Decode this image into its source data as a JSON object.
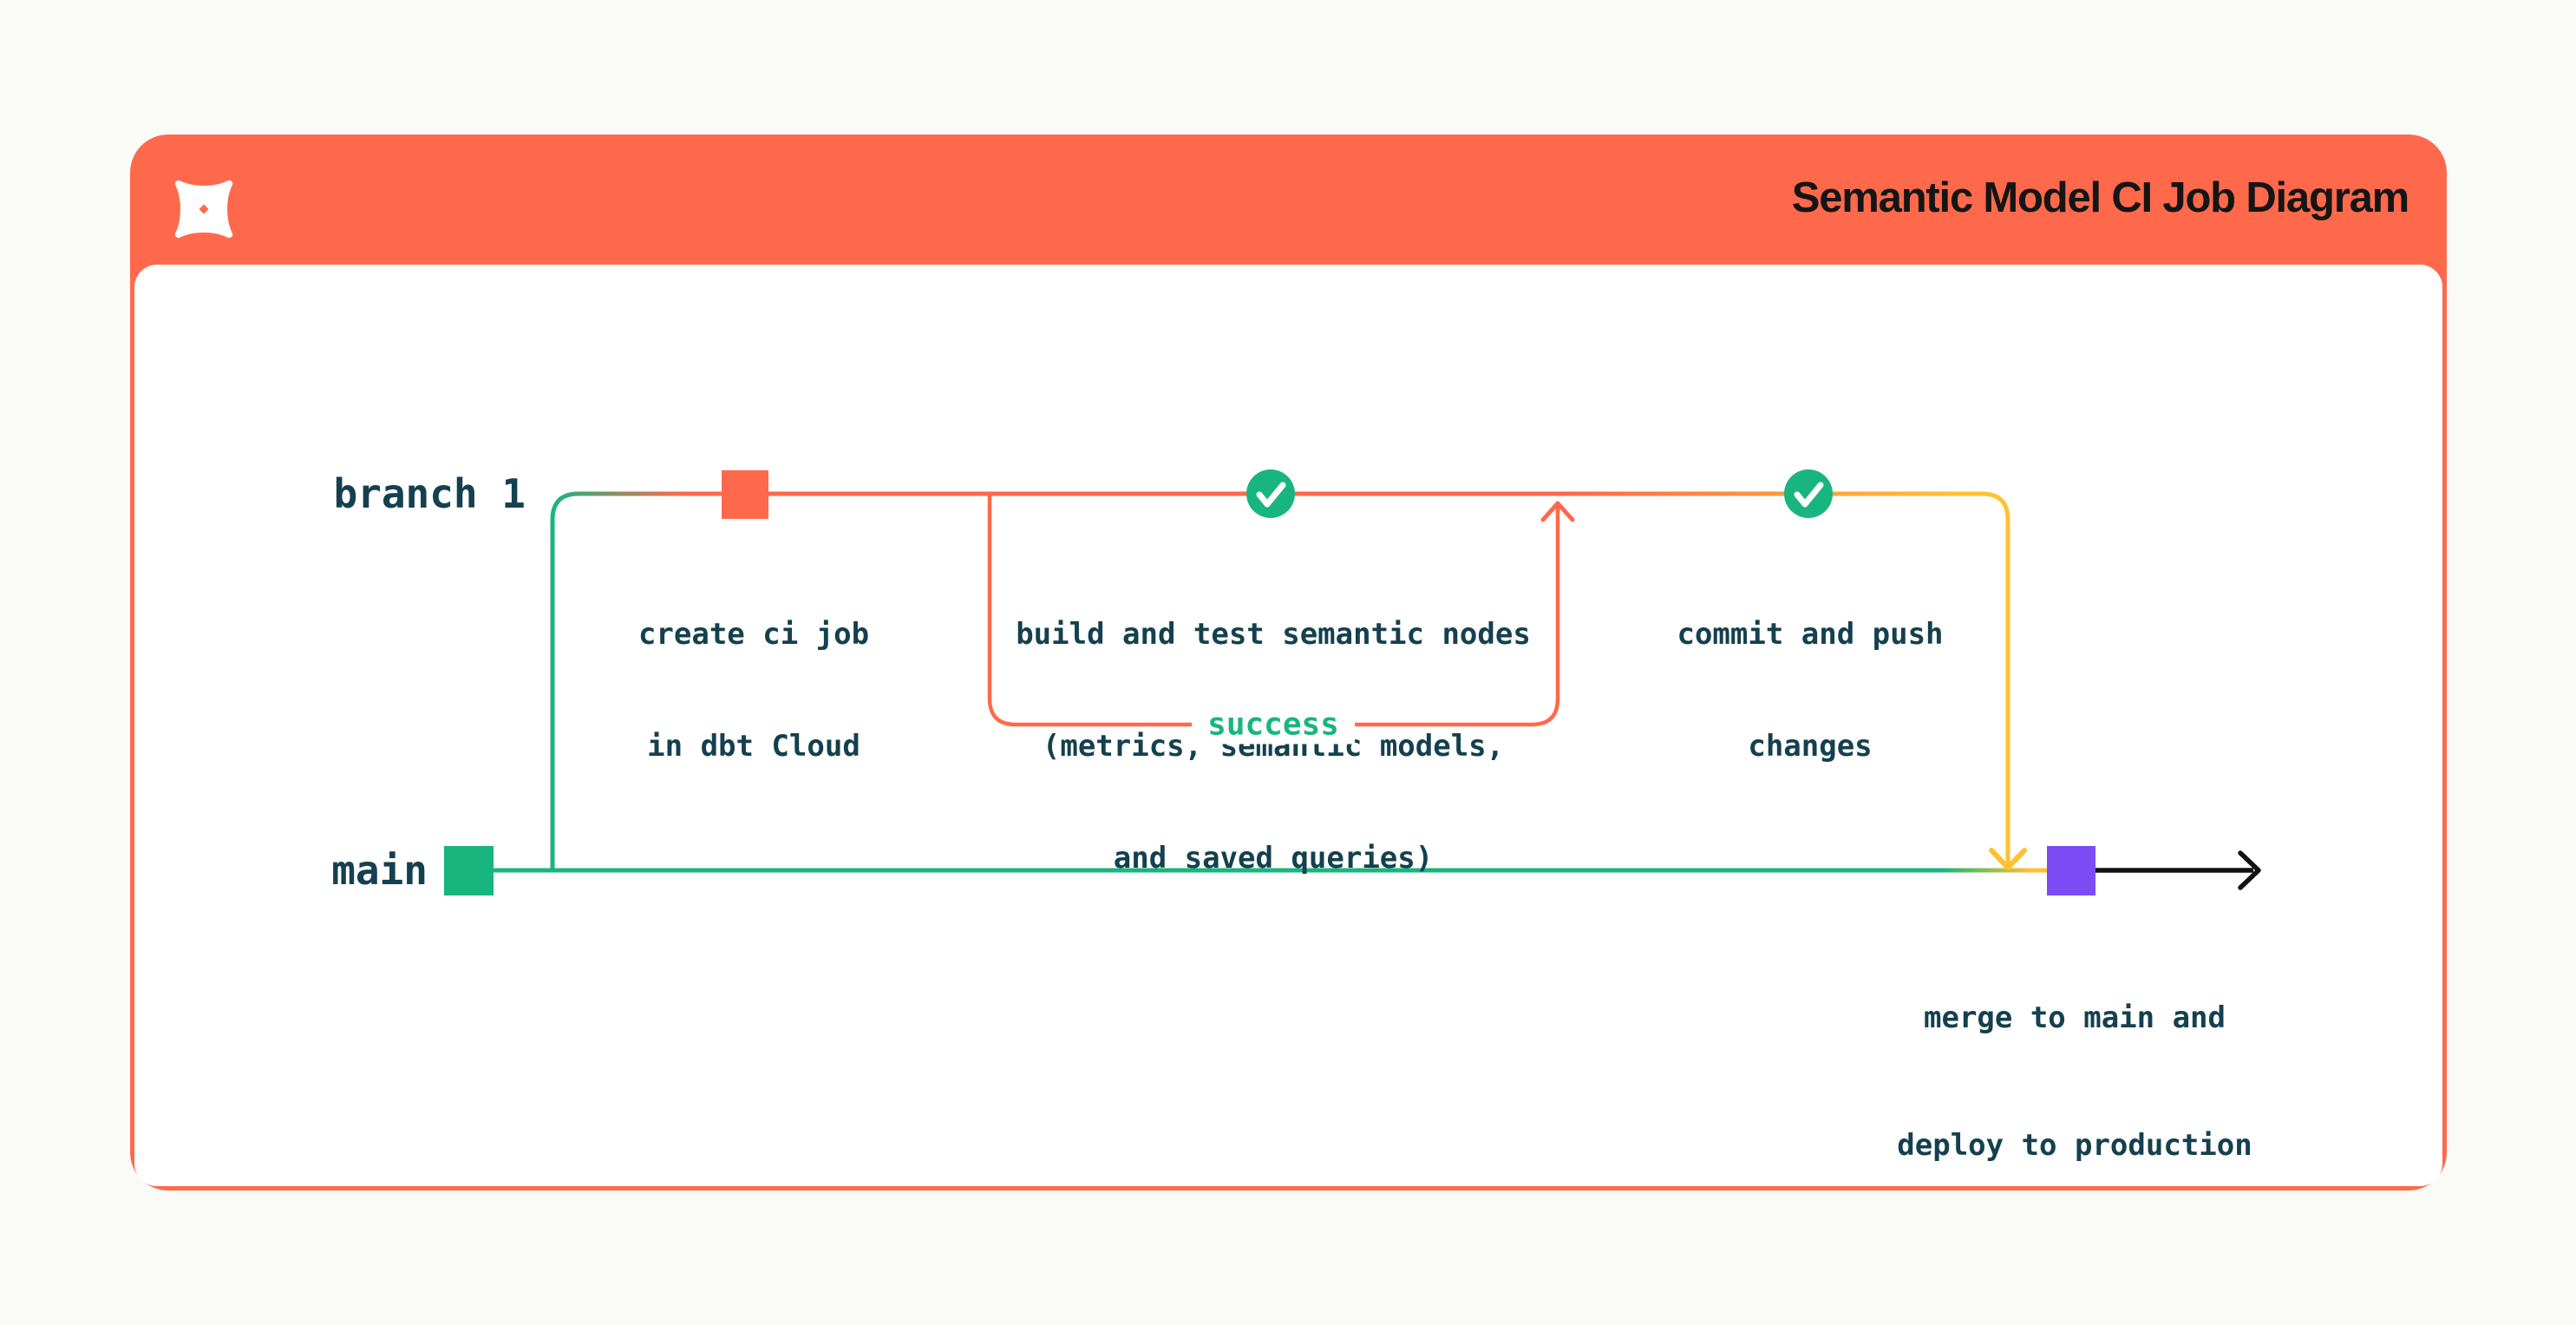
{
  "header": {
    "title": "Semantic Model CI Job Diagram",
    "logo": "dbt-logo",
    "background_color": "#FF694B",
    "title_color": "#151515"
  },
  "labels": {
    "branch1": "branch 1",
    "main": "main",
    "create_line1": "create ci job",
    "create_line2": "in dbt Cloud",
    "build_line1": "build and test semantic nodes",
    "build_line2": "(metrics, semantic models,",
    "build_line3": "and saved queries)",
    "commit_line1": "commit and push",
    "commit_line2": "changes",
    "merge_line1": "merge to main and",
    "merge_line2": "deploy to production",
    "success": "success"
  },
  "diagram": {
    "type": "git-branch-flow",
    "branches": [
      {
        "name": "branch 1",
        "steps": [
          {
            "marker": "orange-commit-square",
            "label": "create ci job in dbt Cloud"
          },
          {
            "marker": "green-check-circle",
            "label": "build and test semantic nodes (metrics, semantic models, and saved queries)",
            "loop_label": "success"
          },
          {
            "marker": "green-check-circle",
            "label": "commit and push changes"
          }
        ]
      },
      {
        "name": "main",
        "steps": [
          {
            "marker": "green-commit-square",
            "label": ""
          },
          {
            "marker": "purple-commit-square",
            "label": "merge to main and deploy to production"
          }
        ]
      }
    ],
    "colors": {
      "coral": "#FF694B",
      "green": "#19B57E",
      "yellow": "#FDC232",
      "purple": "#7C4BF4",
      "ink": "#14404F",
      "arrow_black": "#121212",
      "card_background": "#FFFFFF",
      "page_background": "#FAFAF7"
    }
  }
}
